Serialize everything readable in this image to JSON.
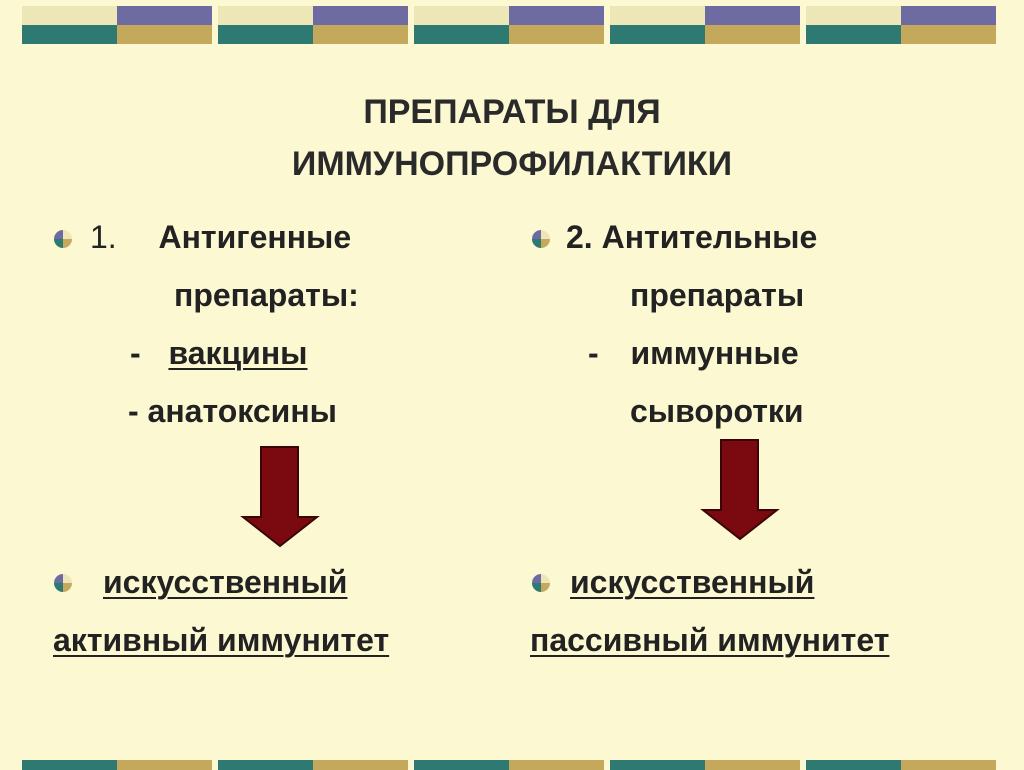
{
  "title": {
    "line1": "ПРЕПАРАТЫ ДЛЯ",
    "line2": "ИММУНОПРОФИЛАКТИКИ"
  },
  "left": {
    "number": "1.",
    "heading1": "Антигенные",
    "heading2": "препараты:",
    "dash1": "-",
    "item1": "вакцины",
    "item2": "- анатоксины",
    "result1": "искусственный",
    "result2": "активный иммунитет"
  },
  "right": {
    "heading1": "2. Антительные",
    "heading2": "препараты",
    "dash1": "-",
    "item1": "иммунные",
    "item2": "сыворотки",
    "result1": "искусственный",
    "result2": "пассивный иммунитет"
  },
  "colors": {
    "background": "#fbf8d2",
    "arrow": "#7a0a10",
    "deco_teal": "#2e7a73",
    "deco_gold": "#c4a85c",
    "deco_purple": "#6e6ba3",
    "deco_cream": "#ede7b8"
  },
  "icons": [
    "bullet-icon",
    "down-arrow-icon"
  ]
}
